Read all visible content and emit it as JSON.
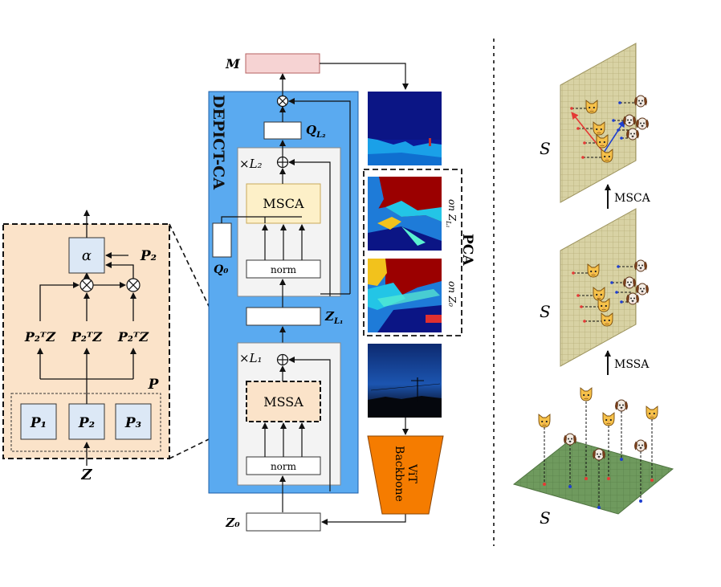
{
  "labels": {
    "m": "M",
    "depict_ca": "DEPICT-CA",
    "q_l2": "Q",
    "q_l2_sub": "L₂",
    "times_l2": "×L₂",
    "msca": "MSCA",
    "q0": "Q₀",
    "norm_top": "norm",
    "z_l1": "Z",
    "z_l1_sub": "L₁",
    "times_l1": "×L₁",
    "mssa": "MSSA",
    "norm_bottom": "norm",
    "z0": "Z₀",
    "vit": "ViT",
    "backbone": "Backbone",
    "pca": "PCA",
    "on_z_l1": "on Z",
    "on_z_l1_sub": "L₁",
    "on_z0": "on Z₀",
    "alpha": "α",
    "p2_in": "P₂",
    "p2z_term": "P₂ᵀZ",
    "p_group": "P",
    "p1": "P₁",
    "p2": "P₂",
    "p3": "P₃",
    "z_input": "Z",
    "s_top": "S",
    "s_mid": "S",
    "s_bottom": "S",
    "msca_arrow": "MSCA",
    "mssa_arrow": "MSSA"
  },
  "colors": {
    "ca_block": "#5aaaf0",
    "inner_panel": "#f3f3f3",
    "msca_fill": "#fdf0c8",
    "mssa_fill": "#fbe3c9",
    "detail_fill": "#fbe3c9",
    "m_fill": "#f6d3d3",
    "vit_fill": "#f57c00",
    "p_box_fill": "#dce8f6",
    "plane_fill": "#d8d2a4",
    "plane_grid": "#b7ae78",
    "ground_fill": "#6f9a5e",
    "ground_grid": "#5a8249",
    "arrow_red": "#e53935",
    "arrow_blue": "#1e3fd0"
  },
  "icons": [
    "cat-icon",
    "dog-icon",
    "sky-photo",
    "segmentation-map",
    "oplus-icon",
    "otimes-icon"
  ]
}
